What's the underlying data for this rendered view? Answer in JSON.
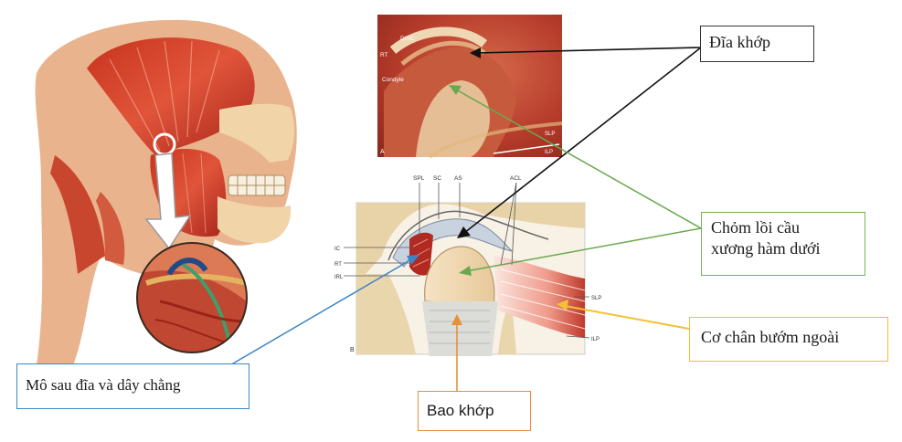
{
  "callouts": {
    "disc": "Đĩa khớp",
    "condyle_line1": "Chỏm lồi cầu",
    "condyle_line2": "xương hàm dưới",
    "lateral_pterygoid": "Cơ chân bướm ngoài",
    "retrodiscal": "Mô sau đĩa và dây chằng",
    "capsule": "Bao khớp"
  },
  "photo_labels": {
    "disc": "DISC",
    "rt": "RT",
    "condyle": "Condyle",
    "slp": "SLP",
    "ilp": "ILP",
    "panel": "A"
  },
  "schematic_labels": {
    "spl": "SPL",
    "sc": "SC",
    "as": "AS",
    "acl": "ACL",
    "ic": "IC",
    "rt": "RT",
    "irl": "IRL",
    "slp": "SLP",
    "ilp": "ILP",
    "panel": "B"
  },
  "colors": {
    "disc_arrow": "#111111",
    "condyle_arrow": "#6aa84f",
    "muscle_arrow": "#f1c232",
    "retrodiscal_arrow": "#3d85c6",
    "capsule_arrow": "#e69138"
  }
}
